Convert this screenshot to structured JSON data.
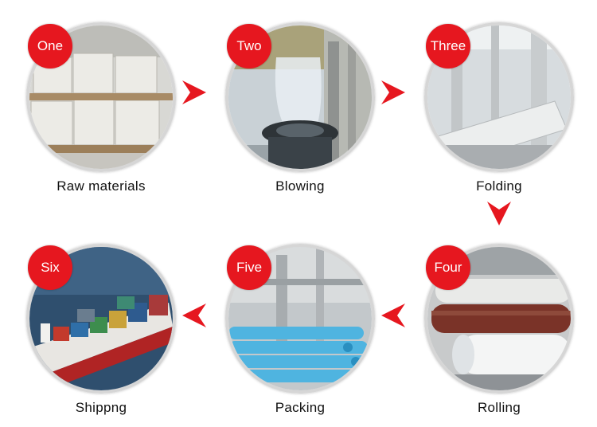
{
  "steps": [
    {
      "badge": "One",
      "label": "Raw materials"
    },
    {
      "badge": "Two",
      "label": "Blowing"
    },
    {
      "badge": "Three",
      "label": "Folding"
    },
    {
      "badge": "Four",
      "label": "Rolling"
    },
    {
      "badge": "Five",
      "label": "Packing"
    },
    {
      "badge": "Six",
      "label": "Shippng"
    }
  ],
  "colors": {
    "accent": "#e6171f",
    "ring": "#d6d6d6",
    "text": "#111111"
  },
  "icons": [
    "arrow-right-icon",
    "arrow-down-icon",
    "arrow-left-icon"
  ]
}
